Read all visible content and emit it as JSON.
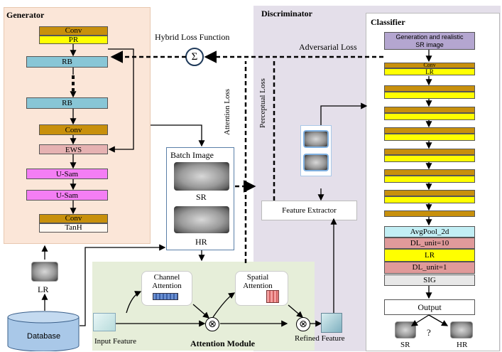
{
  "generator": {
    "title": "Generator",
    "blocks": [
      "Conv",
      "PR",
      "RB",
      "RB",
      "Conv",
      "EWS",
      "U-Sam",
      "U-Sam",
      "Conv",
      "TanH"
    ]
  },
  "discriminator": {
    "title": "Discriminator"
  },
  "classifier": {
    "title": "Classifier",
    "input": "Generation and realistic SR image",
    "first_conv": "Conv",
    "first_lr": "LR",
    "pool": "AvgPool_2d",
    "dl10": "DL_unit=10",
    "lr": "LR",
    "dl1": "DL_unit=1",
    "sig": "SIG",
    "output": "Output",
    "question": "?",
    "sr": "SR",
    "hr": "HR"
  },
  "labels": {
    "hybrid_loss": "Hybrid Loss Function",
    "sigma": "Σ",
    "adversarial_loss": "Adversarial Loss",
    "attention_loss": "Attention Loss",
    "perceptual_loss": "Perceptual Loss",
    "feature_extractor": "Feature Extractor",
    "batch_image": "Batch Image",
    "sr": "SR",
    "hr": "HR",
    "lr": "LR",
    "database": "Database"
  },
  "attention": {
    "title": "Attention Module",
    "channel": "Channel Attention",
    "spatial": "Spatial Attention",
    "input_feature": "Input Feature",
    "refined_feature": "Refined Feature"
  },
  "colors": {
    "conv": "#c8900c",
    "lr_pr": "#ffff00",
    "rb": "#88c6d6",
    "ews": "#e6b2b2",
    "usam": "#f47ef4",
    "purple": "#b4a6d0",
    "database": "#a9c8e8"
  }
}
